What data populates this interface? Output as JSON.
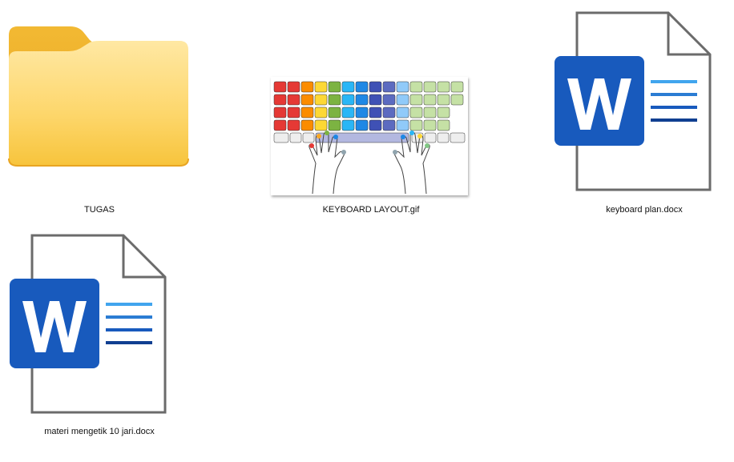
{
  "files": [
    {
      "name": "TUGAS",
      "type": "folder",
      "icon": "folder-icon"
    },
    {
      "name": "KEYBOARD LAYOUT.gif",
      "type": "image",
      "icon": "keyboard-layout-thumbnail"
    },
    {
      "name": "keyboard plan.docx",
      "type": "word-document",
      "icon": "word-document-icon"
    },
    {
      "name": "materi mengetik 10 jari.docx",
      "type": "word-document",
      "icon": "word-document-icon"
    }
  ],
  "colors": {
    "folder_back": "#F0B429",
    "folder_front": "#FDD868",
    "word_blue": "#185ABD",
    "word_light": "#41A5EE"
  }
}
